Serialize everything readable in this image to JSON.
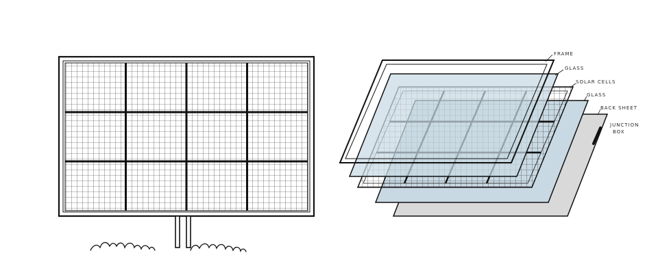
{
  "labels": {
    "frame": "FRAME",
    "glass_top": "GLASS",
    "solar_cells": "SOLAR CELLS",
    "glass_bottom": "GLASS",
    "back_sheet": "BACK SHEET",
    "junction_box_line1": "JUNCTION",
    "junction_box_line2": "BOX"
  },
  "colors": {
    "ink": "#111111",
    "glass": "#c9d9e3",
    "back_sheet": "#d9d9d9",
    "background": "#ffffff"
  },
  "panel": {
    "cell_columns": 4,
    "cell_rows": 3
  }
}
